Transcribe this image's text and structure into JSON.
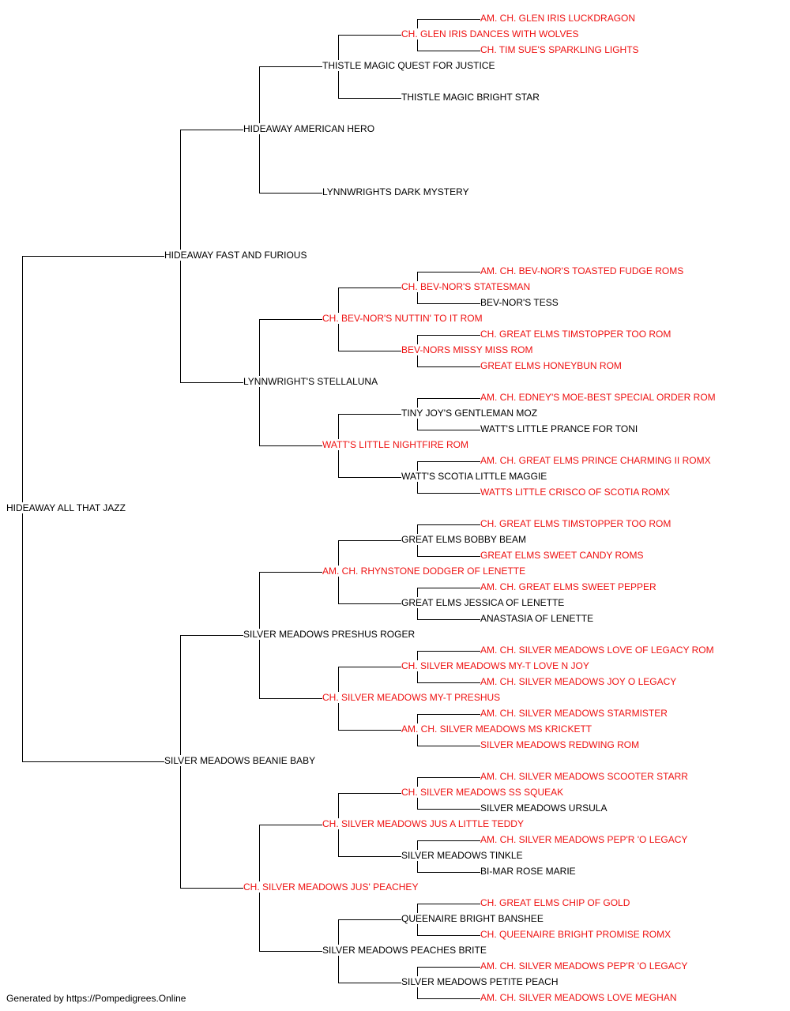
{
  "colors": {
    "champion": "#ee1111",
    "normal": "#000000",
    "line": "#000000"
  },
  "footer": "Generated by https://Pompedigrees.Online",
  "pedigree": {
    "name": "HIDEAWAY ALL THAT JAZZ",
    "champion": false,
    "sire": {
      "name": "HIDEAWAY FAST AND FURIOUS",
      "champion": false,
      "sire": {
        "name": "HIDEAWAY AMERICAN HERO",
        "champion": false,
        "sire": {
          "name": "THISTLE MAGIC QUEST FOR JUSTICE",
          "champion": false,
          "sire": {
            "name": "CH. GLEN IRIS DANCES WITH WOLVES",
            "champion": true,
            "sire": {
              "name": "AM. CH. GLEN IRIS LUCKDRAGON",
              "champion": true
            },
            "dam": {
              "name": "CH. TIM SUE'S SPARKLING LIGHTS",
              "champion": true
            }
          },
          "dam": {
            "name": "THISTLE MAGIC BRIGHT STAR",
            "champion": false
          }
        },
        "dam": {
          "name": "LYNNWRIGHTS DARK MYSTERY",
          "champion": false
        }
      },
      "dam": {
        "name": "LYNNWRIGHT'S STELLALUNA",
        "champion": false,
        "sire": {
          "name": "CH. BEV-NOR'S NUTTIN' TO IT ROM",
          "champion": true,
          "sire": {
            "name": "CH. BEV-NOR'S STATESMAN",
            "champion": true,
            "sire": {
              "name": "AM. CH. BEV-NOR'S TOASTED FUDGE ROMS",
              "champion": true
            },
            "dam": {
              "name": "BEV-NOR'S TESS",
              "champion": false
            }
          },
          "dam": {
            "name": "BEV-NORS MISSY MISS ROM",
            "champion": true,
            "sire": {
              "name": "CH. GREAT ELMS TIMSTOPPER TOO ROM",
              "champion": true
            },
            "dam": {
              "name": "GREAT ELMS HONEYBUN ROM",
              "champion": true
            }
          }
        },
        "dam": {
          "name": "WATT'S LITTLE NIGHTFIRE ROM",
          "champion": true,
          "sire": {
            "name": "TINY JOY'S GENTLEMAN MOZ",
            "champion": false,
            "sire": {
              "name": "AM. CH. EDNEY'S MOE-BEST SPECIAL ORDER ROM",
              "champion": true
            },
            "dam": {
              "name": "WATT'S LITTLE PRANCE FOR TONI",
              "champion": false
            }
          },
          "dam": {
            "name": "WATT'S SCOTIA LITTLE MAGGIE",
            "champion": false,
            "sire": {
              "name": "AM. CH. GREAT ELMS PRINCE CHARMING II ROMX",
              "champion": true
            },
            "dam": {
              "name": "WATTS LITTLE CRISCO OF SCOTIA ROMX",
              "champion": true
            }
          }
        }
      }
    },
    "dam": {
      "name": "SILVER MEADOWS BEANIE BABY",
      "champion": false,
      "sire": {
        "name": "SILVER MEADOWS PRESHUS ROGER",
        "champion": false,
        "sire": {
          "name": "AM. CH. RHYNSTONE DODGER OF LENETTE",
          "champion": true,
          "sire": {
            "name": "GREAT ELMS BOBBY BEAM",
            "champion": false,
            "sire": {
              "name": "CH. GREAT ELMS TIMSTOPPER TOO ROM",
              "champion": true
            },
            "dam": {
              "name": "GREAT ELMS SWEET CANDY ROMS",
              "champion": true
            }
          },
          "dam": {
            "name": "GREAT ELMS JESSICA OF LENETTE",
            "champion": false,
            "sire": {
              "name": "AM. CH. GREAT ELMS SWEET PEPPER",
              "champion": true
            },
            "dam": {
              "name": "ANASTASIA OF LENETTE",
              "champion": false
            }
          }
        },
        "dam": {
          "name": "CH. SILVER MEADOWS MY-T PRESHUS",
          "champion": true,
          "sire": {
            "name": "CH. SILVER MEADOWS MY-T LOVE N JOY",
            "champion": true,
            "sire": {
              "name": "AM. CH. SILVER MEADOWS LOVE OF LEGACY ROM",
              "champion": true
            },
            "dam": {
              "name": "AM. CH. SILVER MEADOWS JOY O LEGACY",
              "champion": true
            }
          },
          "dam": {
            "name": "AM. CH. SILVER MEADOWS MS KRICKETT",
            "champion": true,
            "sire": {
              "name": "AM. CH. SILVER MEADOWS STARMISTER",
              "champion": true
            },
            "dam": {
              "name": "SILVER MEADOWS REDWING ROM",
              "champion": true
            }
          }
        }
      },
      "dam": {
        "name": "CH. SILVER MEADOWS JUS' PEACHEY",
        "champion": true,
        "sire": {
          "name": "CH. SILVER MEADOWS JUS A LITTLE TEDDY",
          "champion": true,
          "sire": {
            "name": "CH. SILVER MEADOWS SS SQUEAK",
            "champion": true,
            "sire": {
              "name": "AM. CH. SILVER MEADOWS SCOOTER STARR",
              "champion": true
            },
            "dam": {
              "name": "SILVER MEADOWS URSULA",
              "champion": false
            }
          },
          "dam": {
            "name": "SILVER MEADOWS TINKLE",
            "champion": false,
            "sire": {
              "name": "AM. CH. SILVER MEADOWS PEP'R 'O LEGACY",
              "champion": true
            },
            "dam": {
              "name": "BI-MAR ROSE MARIE",
              "champion": false
            }
          }
        },
        "dam": {
          "name": "SILVER MEADOWS PEACHES BRITE",
          "champion": false,
          "sire": {
            "name": "QUEENAIRE BRIGHT BANSHEE",
            "champion": false,
            "sire": {
              "name": "CH. GREAT ELMS CHIP OF GOLD",
              "champion": true
            },
            "dam": {
              "name": "CH. QUEENAIRE BRIGHT PROMISE ROMX",
              "champion": true
            }
          },
          "dam": {
            "name": "SILVER MEADOWS PETITE PEACH",
            "champion": false,
            "sire": {
              "name": "AM. CH. SILVER MEADOWS PEP'R 'O LEGACY",
              "champion": true
            },
            "dam": {
              "name": "AM. CH. SILVER MEADOWS LOVE MEGHAN",
              "champion": true
            }
          }
        }
      }
    }
  }
}
